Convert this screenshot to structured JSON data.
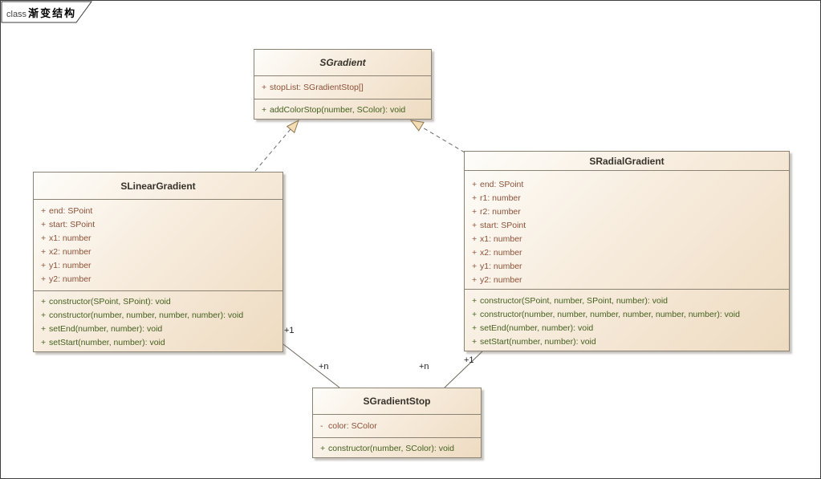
{
  "tab": {
    "keyword": "class",
    "title": "渐变结构"
  },
  "colors": {
    "canvas_bg": "#ffffff",
    "frame_border": "#3f3f3f",
    "box_fill_light": "#fefdfa",
    "box_fill_dark": "#eedbc1",
    "box_border": "#8a8374",
    "title_text": "#37332b",
    "attr_text": "#8c5138",
    "op_text": "#44601f",
    "label_text": "#222222",
    "connector": "#6e665c",
    "dashed": "#6a6a6a",
    "arrow_fill": "#f4ddb4",
    "arrow_stroke": "#8c764e"
  },
  "classes": [
    {
      "name": "SGradient",
      "abstract": true,
      "attributes": [
        {
          "vis": "+",
          "text": "stopList: SGradientStop[]"
        }
      ],
      "operations": [
        {
          "vis": "+",
          "text": "addColorStop(number, SColor): void"
        }
      ]
    },
    {
      "name": "SLinearGradient",
      "abstract": false,
      "attributes": [
        {
          "vis": "+",
          "text": "end: SPoint"
        },
        {
          "vis": "+",
          "text": "start: SPoint"
        },
        {
          "vis": "+",
          "text": "x1: number"
        },
        {
          "vis": "+",
          "text": "x2: number"
        },
        {
          "vis": "+",
          "text": "y1: number"
        },
        {
          "vis": "+",
          "text": "y2: number"
        }
      ],
      "operations": [
        {
          "vis": "+",
          "text": "constructor(SPoint, SPoint): void"
        },
        {
          "vis": "+",
          "text": "constructor(number, number, number, number): void"
        },
        {
          "vis": "+",
          "text": "setEnd(number, number): void"
        },
        {
          "vis": "+",
          "text": "setStart(number, number): void"
        }
      ]
    },
    {
      "name": "SRadialGradient",
      "abstract": false,
      "attributes": [
        {
          "vis": "+",
          "text": "end: SPoint"
        },
        {
          "vis": "+",
          "text": "r1: number"
        },
        {
          "vis": "+",
          "text": "r2: number"
        },
        {
          "vis": "+",
          "text": "start: SPoint"
        },
        {
          "vis": "+",
          "text": "x1: number"
        },
        {
          "vis": "+",
          "text": "x2: number"
        },
        {
          "vis": "+",
          "text": "y1: number"
        },
        {
          "vis": "+",
          "text": "y2: number"
        }
      ],
      "operations": [
        {
          "vis": "+",
          "text": "constructor(SPoint, number, SPoint, number): void"
        },
        {
          "vis": "+",
          "text": "constructor(number, number, number, number, number, number): void"
        },
        {
          "vis": "+",
          "text": "setEnd(number, number): void"
        },
        {
          "vis": "+",
          "text": "setStart(number, number): void"
        }
      ]
    },
    {
      "name": "SGradientStop",
      "abstract": false,
      "attributes": [
        {
          "vis": "-",
          "text": "color: SColor"
        }
      ],
      "operations": [
        {
          "vis": "+",
          "text": "constructor(number, SColor): void"
        }
      ]
    }
  ],
  "relations": [
    {
      "type": "realization",
      "from": "SLinearGradient",
      "to": "SGradient"
    },
    {
      "type": "realization",
      "from": "SRadialGradient",
      "to": "SGradient"
    },
    {
      "type": "association",
      "from": "SLinearGradient",
      "to": "SGradientStop",
      "source_label": "+1",
      "target_label": "+n"
    },
    {
      "type": "association",
      "from": "SRadialGradient",
      "to": "SGradientStop",
      "source_label": "+1",
      "target_label": "+n"
    }
  ]
}
